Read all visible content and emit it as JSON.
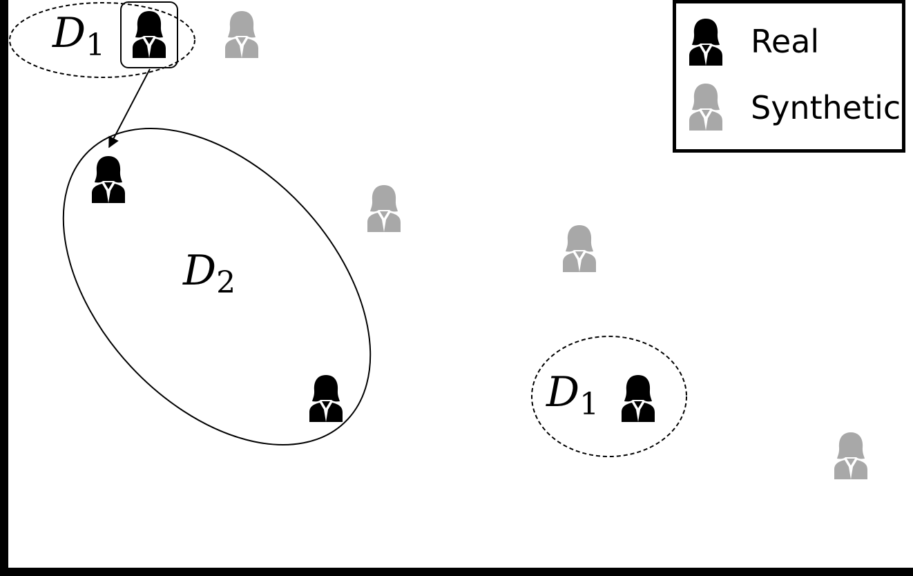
{
  "diagram": {
    "legend": {
      "real_label": "Real",
      "synthetic_label": "Synthetic"
    },
    "colors": {
      "real": "#000000",
      "synthetic": "#a8a8a8"
    },
    "groups": [
      {
        "letter": "D",
        "index": "1"
      },
      {
        "letter": "D",
        "index": "2"
      },
      {
        "letter": "D",
        "index": "1"
      }
    ],
    "icons": {
      "real": "woman-person-icon",
      "synthetic": "woman-person-icon"
    }
  }
}
